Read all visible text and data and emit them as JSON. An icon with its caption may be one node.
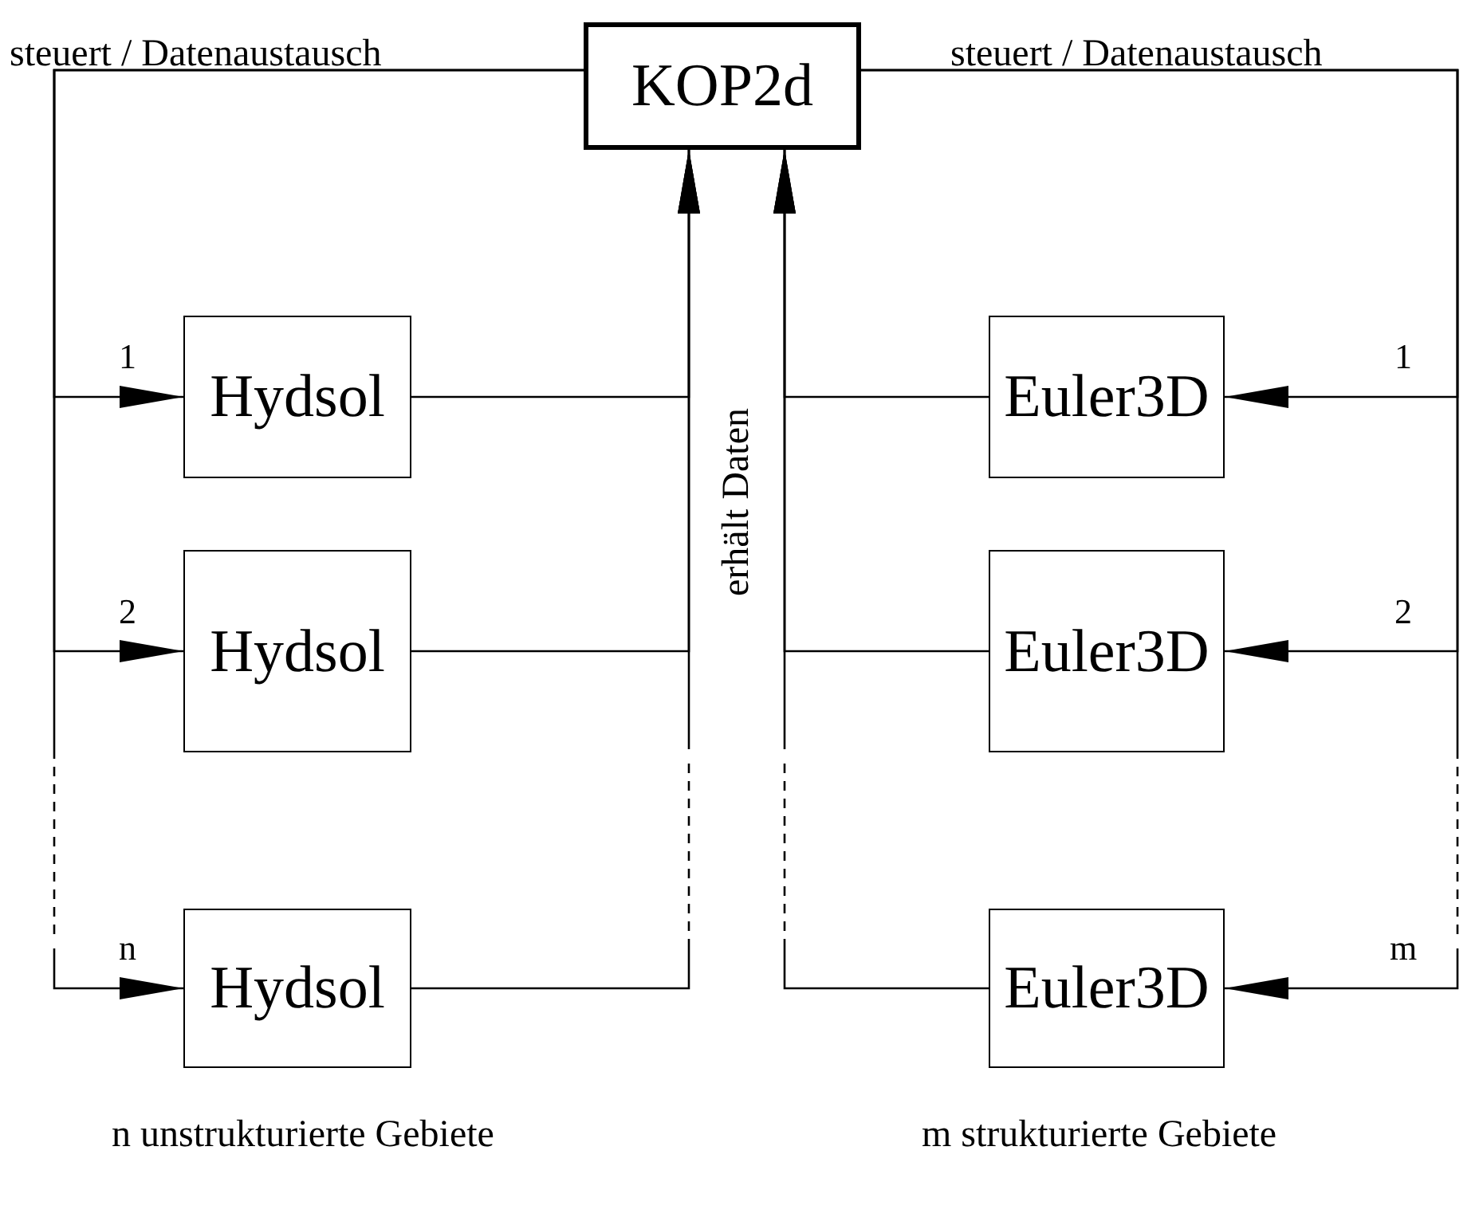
{
  "diagram": {
    "nodes": [
      {
        "text": [
          "KOP2d"
        ]
      },
      {
        "text": [
          "Hydsol"
        ]
      },
      {
        "text": [
          "Euler3D"
        ]
      },
      {
        "text": [
          "Hydsol"
        ]
      },
      {
        "text": [
          "Euler3D"
        ]
      },
      {
        "text": [
          "Hydsol"
        ]
      },
      {
        "text": [
          "Euler3D"
        ]
      }
    ],
    "edges": [
      {
        "from": 0,
        "to": 1,
        "arrow": "to",
        "label": "1"
      },
      {
        "from": 0,
        "to": 3,
        "arrow": "to",
        "label": "2"
      },
      {
        "from": 0,
        "to": 5,
        "arrow": "to",
        "label": "n",
        "style": "dashed"
      },
      {
        "from": 0,
        "to": 2,
        "arrow": "to",
        "label": "1"
      },
      {
        "from": 0,
        "to": 4,
        "arrow": "to",
        "label": "2"
      },
      {
        "from": 0,
        "to": 6,
        "arrow": "to",
        "label": "m",
        "style": "dashed"
      },
      {
        "from": 1,
        "to": 0,
        "arrow": "to"
      },
      {
        "from": 3,
        "to": 0,
        "arrow": "to"
      },
      {
        "from": 5,
        "to": 0,
        "arrow": "to",
        "style": "dashed"
      },
      {
        "from": 2,
        "to": 0,
        "arrow": "to"
      },
      {
        "from": 4,
        "to": 0,
        "arrow": "to"
      },
      {
        "from": 6,
        "to": 0,
        "arrow": "to",
        "style": "dashed"
      }
    ],
    "labels": [
      "steuert / Datenaustausch",
      "steuert / Datenaustausch",
      "erhält Daten",
      "n unstrukturierte Gebiete",
      "m strukturierte Gebiete"
    ]
  }
}
